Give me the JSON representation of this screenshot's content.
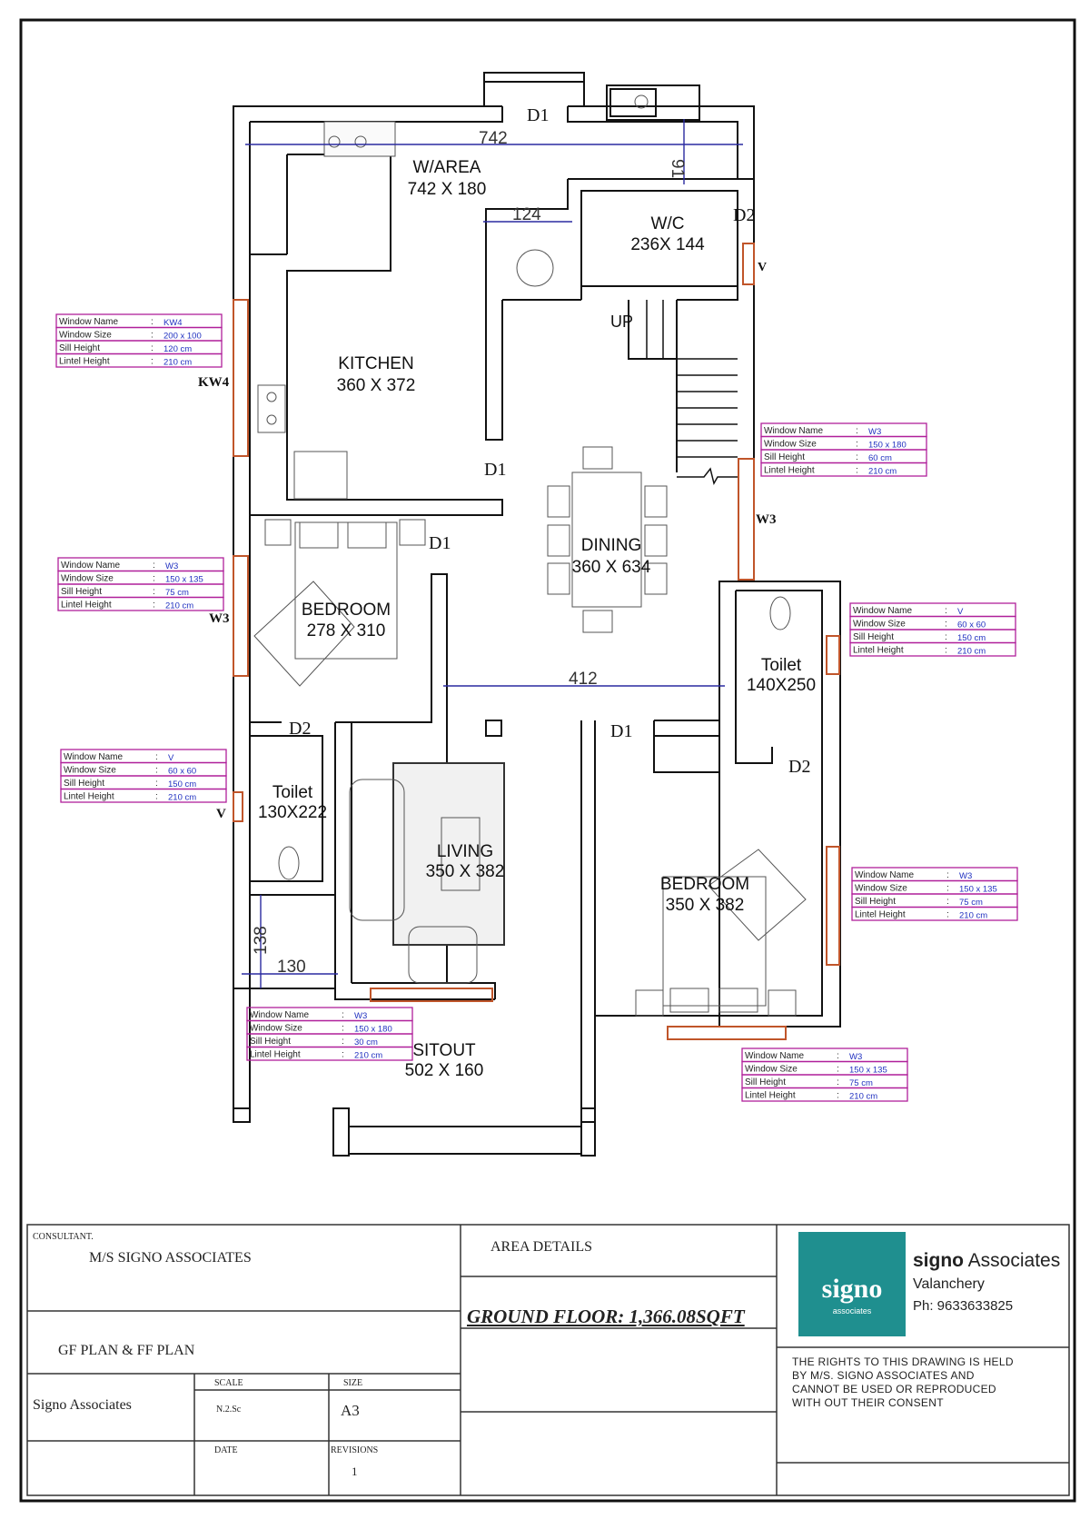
{
  "rooms": {
    "w_area": {
      "name": "W/AREA",
      "size": "742 X 180"
    },
    "wc": {
      "name": "W/C",
      "size": "236X 144"
    },
    "kitchen": {
      "name": "KITCHEN",
      "size": "360 X 372"
    },
    "dining": {
      "name": "DINING",
      "size": "360 X 634"
    },
    "bedroom1": {
      "name": "BEDROOM",
      "size": "278 X 310"
    },
    "toilet_right": {
      "name": "Toilet",
      "size": "140X250"
    },
    "toilet_left": {
      "name": "Toilet",
      "size": "130X222"
    },
    "living": {
      "name": "LIVING",
      "size": "350 X 382"
    },
    "bedroom2": {
      "name": "BEDROOM",
      "size": "350 X 382"
    },
    "sitout": {
      "name": "SITOUT",
      "size": "502 X 160"
    }
  },
  "dimensions": {
    "d742": "742",
    "d124": "124",
    "d91": "91",
    "d412": "412",
    "d138": "138",
    "d130": "130"
  },
  "plan_labels": {
    "d1_top": "D1",
    "d2_wc": "D2",
    "v_wc": "V",
    "up": "UP",
    "kw4": "KW4",
    "d1_kitchen": "D1",
    "w3_dining": "W3",
    "d1_bed": "D1",
    "w3_bed": "W3",
    "d2_toilet_left": "D2",
    "v_left": "V",
    "d1_living": "D1",
    "d2_toilet_right": "D2"
  },
  "window_tables": [
    {
      "name": "KW4",
      "size": "200 x 100",
      "sill": "120 cm",
      "lintel": "210 cm"
    },
    {
      "name": "W3",
      "size": "150 x 180",
      "sill": "60 cm",
      "lintel": "210 cm"
    },
    {
      "name": "W3",
      "size": "150 x 135",
      "sill": "75 cm",
      "lintel": "210 cm"
    },
    {
      "name": "V",
      "size": "60 x 60",
      "sill": "150 cm",
      "lintel": "210 cm"
    },
    {
      "name": "V",
      "size": "60 x 60",
      "sill": "150 cm",
      "lintel": "210 cm"
    },
    {
      "name": "W3",
      "size": "150 x 135",
      "sill": "75 cm",
      "lintel": "210 cm"
    },
    {
      "name": "W3",
      "size": "150 x 180",
      "sill": "30 cm",
      "lintel": "210 cm"
    },
    {
      "name": "W3",
      "size": "150 x 135",
      "sill": "75 cm",
      "lintel": "210 cm"
    }
  ],
  "table_labels": {
    "name": "Window Name",
    "size": "Window Size",
    "sill": "Sill Height",
    "lintel": "Lintel Height",
    "sep": ":"
  },
  "title_block": {
    "consultant_label": "CONSULTANT.",
    "consultant": "M/S SIGNO ASSOCIATES",
    "plan": "GF PLAN & FF PLAN",
    "company": "Signo Associates",
    "scale_label": "SCALE",
    "scale": "N.2.Sc",
    "size_label": "SIZE",
    "size": "A3",
    "date_label": "DATE",
    "revisions_label": "REVISIONS",
    "revisions": "1",
    "area_label": "AREA DETAILS",
    "area": "GROUND FLOOR: 1,366.08SQFT",
    "brand_bold": "signo",
    "brand_rest": " Associates",
    "location": "Valanchery",
    "phone": "Ph: 9633633825",
    "logo_text": "signo",
    "logo_sub": "associates",
    "rights": [
      "THE RIGHTS TO THIS DRAWING IS HELD",
      "BY M/S. SIGNO ASSOCIATES AND",
      "CANNOT BE USED OR REPRODUCED",
      "WITH OUT THEIR CONSENT"
    ]
  },
  "colors": {
    "wall": "#111111",
    "dimension": "#2a2aa0",
    "window": "#c0552a",
    "table_border": "#b0209a",
    "table_value": "#2030c0",
    "logo_bg": "#1f8f8f"
  }
}
